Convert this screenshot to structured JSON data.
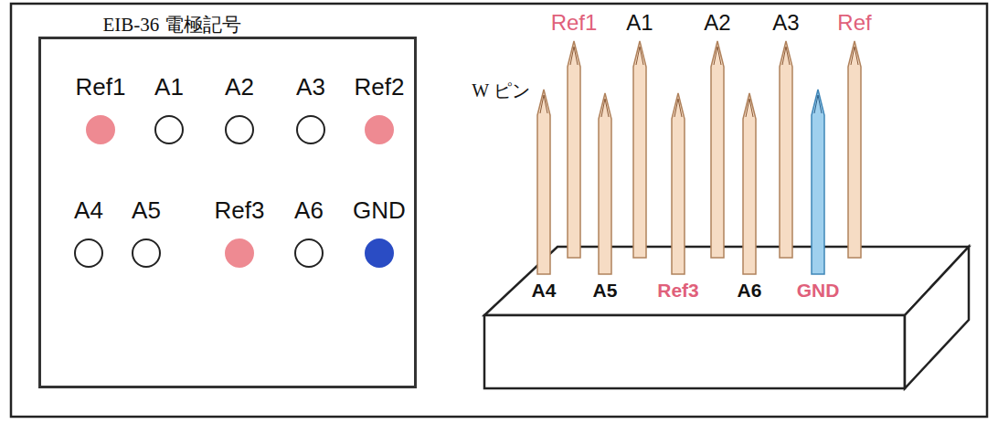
{
  "diagram": {
    "nodes": [
      {
        "text": [
          "EIB-36 電極記号"
        ]
      },
      {
        "text": [
          "Ref1"
        ],
        "in": 0
      },
      {
        "text": [
          "A1"
        ],
        "in": 0
      },
      {
        "text": [
          "A2"
        ],
        "in": 0
      },
      {
        "text": [
          "A3"
        ],
        "in": 0
      },
      {
        "text": [
          "Ref2"
        ],
        "in": 0
      },
      {
        "text": [
          "A4"
        ],
        "in": 0
      },
      {
        "text": [
          "A5"
        ],
        "in": 0
      },
      {
        "text": [
          "Ref3"
        ],
        "in": 0
      },
      {
        "text": [
          "A6"
        ],
        "in": 0
      },
      {
        "text": [
          "GND"
        ],
        "in": 0
      }
    ],
    "labels": [
      "Ref1",
      "A1",
      "A2",
      "A3",
      "Ref",
      "W ピン",
      "A4",
      "A5",
      "Ref3",
      "A6",
      "GND"
    ]
  }
}
